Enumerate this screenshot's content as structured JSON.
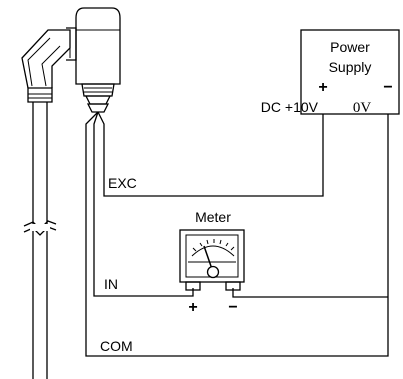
{
  "power_supply": {
    "title_line1": "Power",
    "title_line2": "Supply",
    "plus": "+",
    "minus": "−",
    "dc_label": "DC +10V",
    "zero_label": "0V"
  },
  "meter": {
    "title": "Meter",
    "plus": "+",
    "minus": "−"
  },
  "wires": {
    "exc": "EXC",
    "in": "IN",
    "com": "COM"
  }
}
